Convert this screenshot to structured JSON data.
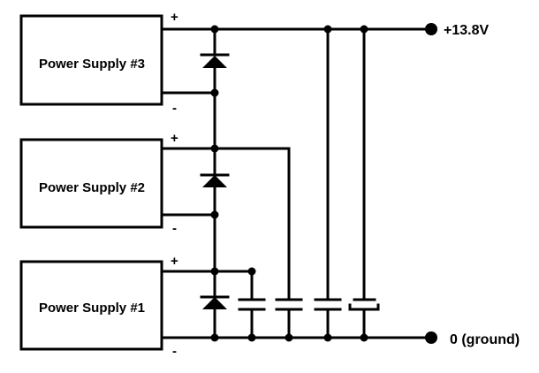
{
  "supplies": [
    {
      "label": "Power Supply #3",
      "positive": "+",
      "negative": "-"
    },
    {
      "label": "Power Supply #2",
      "positive": "+",
      "negative": "-"
    },
    {
      "label": "Power Supply #1",
      "positive": "+",
      "negative": "-"
    }
  ],
  "terminals": {
    "output": "+13.8V",
    "ground": "0 (ground)"
  },
  "components": {
    "diodes": 3,
    "capacitors": 4
  }
}
